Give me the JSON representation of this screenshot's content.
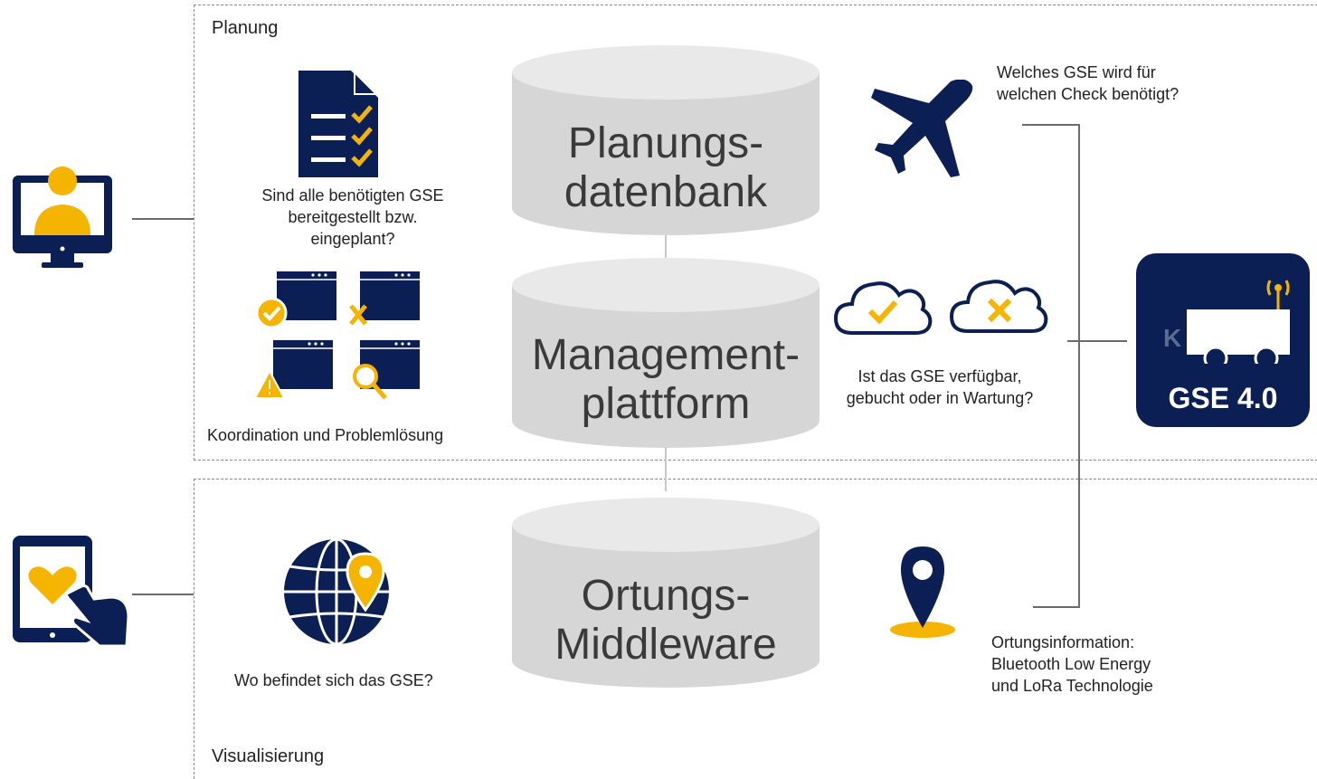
{
  "zones": {
    "planning_label": "Planung",
    "visualization_label": "Visualisierung"
  },
  "databases": {
    "planning": {
      "line1": "Planungs-",
      "line2": "datenbank"
    },
    "management": {
      "line1": "Management-",
      "line2": "plattform"
    },
    "location": {
      "line1": "Ortungs-",
      "line2": "Middleware"
    }
  },
  "captions": {
    "checklist": [
      "Sind alle benötigten GSE",
      "bereitgestellt bzw.",
      "eingeplant?"
    ],
    "coordination": "Koordination und Problemlösung",
    "where": "Wo befindet sich das GSE?",
    "which_gse": [
      "Welches GSE wird für",
      "welchen Check benötigt?"
    ],
    "availability": [
      "Ist das GSE verfügbar,",
      "gebucht oder in Wartung?"
    ],
    "location_info": [
      "Ortungsinformation:",
      "Bluetooth Low Energy",
      "und LoRa Technologie"
    ]
  },
  "badge": {
    "label": "GSE 4.0",
    "letter": "K"
  },
  "icons": {
    "desktop_user": "desktop-user-icon",
    "tablet_heart": "tablet-heart-icon",
    "checklist": "checklist-document-icon",
    "windows_status": "windows-status-icon",
    "globe_pin": "globe-pin-icon",
    "airplane": "airplane-icon",
    "cloud_check": "cloud-check-icon",
    "cloud_x": "cloud-x-icon",
    "location_pin": "location-pin-icon",
    "gse_vehicle": "gse-vehicle-icon"
  },
  "colors": {
    "navy": "#0b1f55",
    "accent": "#f5b400",
    "cylinder": "#d6d6d6"
  }
}
